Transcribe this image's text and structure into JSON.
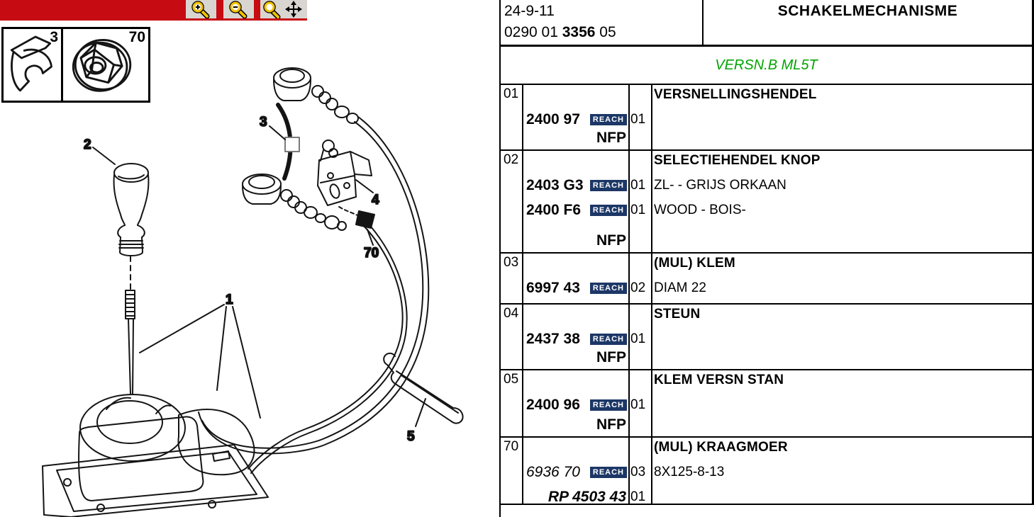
{
  "toolbar": {
    "background": "#c60b12",
    "buttons": [
      {
        "name": "zoom-in-button",
        "icon": "magnifier-plus-icon"
      },
      {
        "name": "zoom-out-button",
        "icon": "magnifier-minus-icon"
      },
      {
        "name": "zoom-pan-button",
        "icon": "magnifier-move-icon"
      }
    ]
  },
  "inset": {
    "items": [
      {
        "label": "3",
        "icon": "cable-clip-icon"
      },
      {
        "label": "70",
        "icon": "flange-nut-icon"
      }
    ]
  },
  "diagram": {
    "callouts": {
      "lever": "1",
      "knob": "2",
      "clip": "3",
      "bracket": "4",
      "spring_clip": "5",
      "nut": "70"
    }
  },
  "header": {
    "date": "24-9-11",
    "code_prefix": "0290 01 ",
    "code_bold": "3356",
    "code_suffix": " 05",
    "title": "SCHAKELMECHANISME",
    "variant": "VERSN.B ML5T",
    "variant_color": "#00a400"
  },
  "table": {
    "reach_label": "REACH",
    "reach_bg": "#1c3766",
    "rows": [
      {
        "ref": "01",
        "desc_title": "VERSNELLINGSHENDEL",
        "lines": [
          {
            "part": "2400 97",
            "reach": true,
            "qty": "01",
            "desc": ""
          }
        ],
        "nfp": "NFP"
      },
      {
        "ref": "02",
        "desc_title": "SELECTIEHENDEL KNOP",
        "lines": [
          {
            "part": "2403 G3",
            "reach": true,
            "qty": "01",
            "desc": "ZL- - GRIJS ORKAAN"
          },
          {
            "part": "2400 F6",
            "reach": true,
            "qty": "01",
            "desc": "WOOD - BOIS-"
          }
        ],
        "nfp": "NFP"
      },
      {
        "ref": "03",
        "desc_title": "(MUL) KLEM",
        "lines": [
          {
            "part": "6997 43",
            "reach": true,
            "qty": "02",
            "desc": "DIAM 22"
          }
        ],
        "nfp": ""
      },
      {
        "ref": "04",
        "desc_title": "STEUN",
        "lines": [
          {
            "part": "2437 38",
            "reach": true,
            "qty": "01",
            "desc": ""
          }
        ],
        "nfp": "NFP"
      },
      {
        "ref": "05",
        "desc_title": "KLEM VERSN STAN",
        "lines": [
          {
            "part": "2400 96",
            "reach": true,
            "qty": "01",
            "desc": ""
          }
        ],
        "nfp": "NFP"
      },
      {
        "ref": "70",
        "desc_title": "(MUL) KRAAGMOER",
        "lines": [
          {
            "part": "6936 70",
            "style": "italic",
            "reach": true,
            "qty": "03",
            "desc": "8X125-8-13"
          },
          {
            "part": "RP 4503 43",
            "style": "bold-italic",
            "align": "right",
            "reach": false,
            "qty": "01",
            "desc": ""
          }
        ],
        "nfp": ""
      }
    ]
  }
}
